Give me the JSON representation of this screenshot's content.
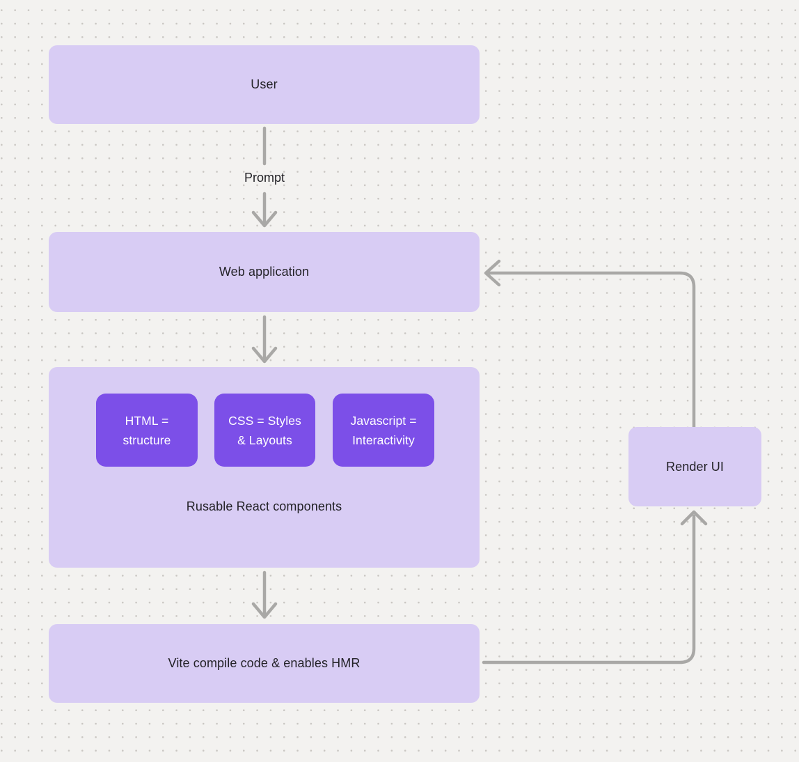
{
  "diagram": {
    "nodes": {
      "user": {
        "label": "User"
      },
      "web_app": {
        "label": "Web application"
      },
      "components": {
        "caption": "Rusable React components",
        "children": [
          {
            "lines": [
              "HTML =",
              "structure"
            ]
          },
          {
            "lines": [
              "CSS = Styles",
              "& Layouts"
            ]
          },
          {
            "lines": [
              "Javascript =",
              "Interactivity"
            ]
          }
        ]
      },
      "vite": {
        "label": "Vite compile code & enables HMR"
      },
      "render_ui": {
        "label": "Render UI"
      }
    },
    "edge_labels": {
      "prompt": "Prompt"
    },
    "colors": {
      "canvas_bg": "#f3f2f0",
      "dot": "#c9c6c2",
      "node_light": "#d8ccf4",
      "node_dark": "#7c4fe8",
      "connector": "#a9a8a6",
      "text_dark": "#232227",
      "text_light": "#ffffff"
    }
  }
}
